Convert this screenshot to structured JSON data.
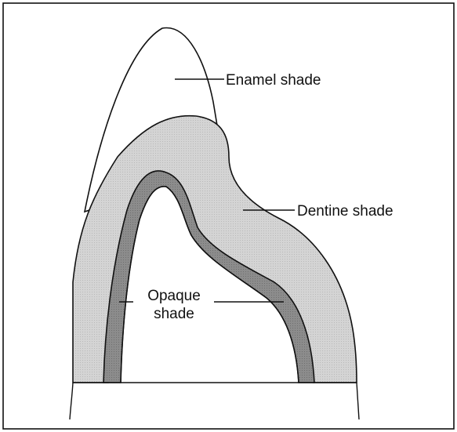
{
  "labels": {
    "enamel": "Enamel shade",
    "dentine": "Dentine shade",
    "opaque_line1": "Opaque",
    "opaque_line2": "shade"
  },
  "colors": {
    "border": "#111111",
    "dentine_fill": "#d7d7d7",
    "opaque_fill": "#8f8f8f",
    "background": "#ffffff"
  }
}
